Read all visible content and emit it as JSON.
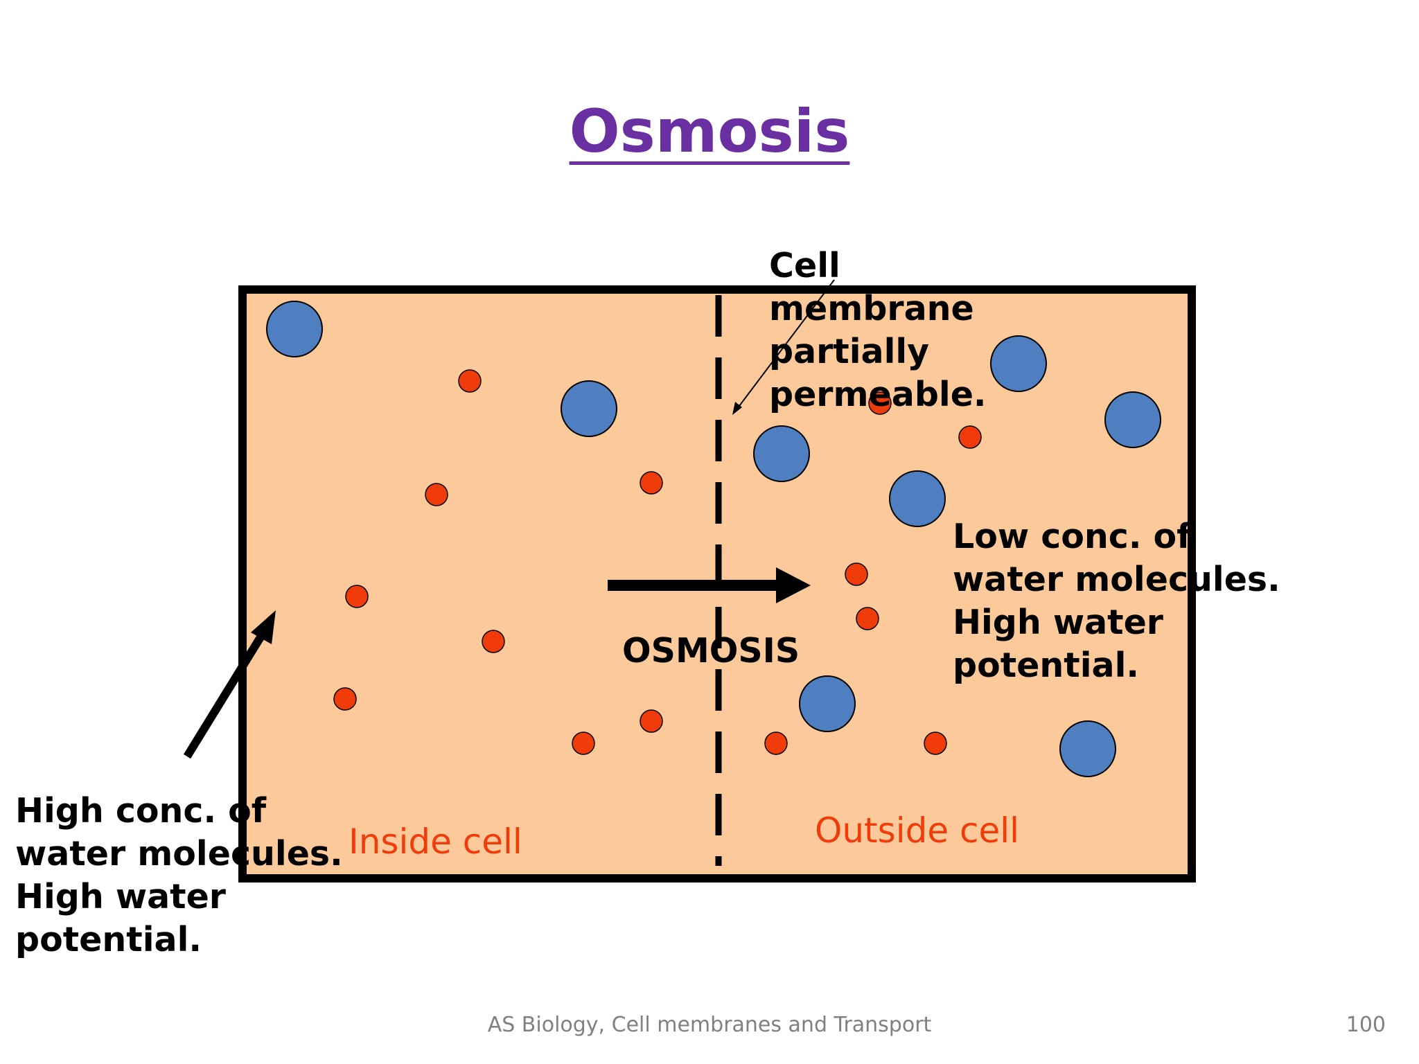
{
  "title": "Osmosis",
  "labels": {
    "membrane": [
      "Cell",
      "membrane",
      "partially",
      "permeable."
    ],
    "low_conc": [
      "Low conc. of",
      "water molecules.",
      "High water",
      "potential."
    ],
    "high_conc": [
      "High conc. of",
      "water molecules.",
      "High water",
      "potential."
    ],
    "osmosis_arrow": "OSMOSIS",
    "inside": "Inside cell",
    "outside": "Outside cell"
  },
  "footer": {
    "text": "AS Biology, Cell membranes and Transport",
    "page": "100"
  },
  "colors": {
    "title": "#6a2fa0",
    "cell_fill": "#fbc99a",
    "large_molecule": "#4f7fc0",
    "water_molecule": "#f03c0a",
    "region_label": "#f03c0a"
  }
}
